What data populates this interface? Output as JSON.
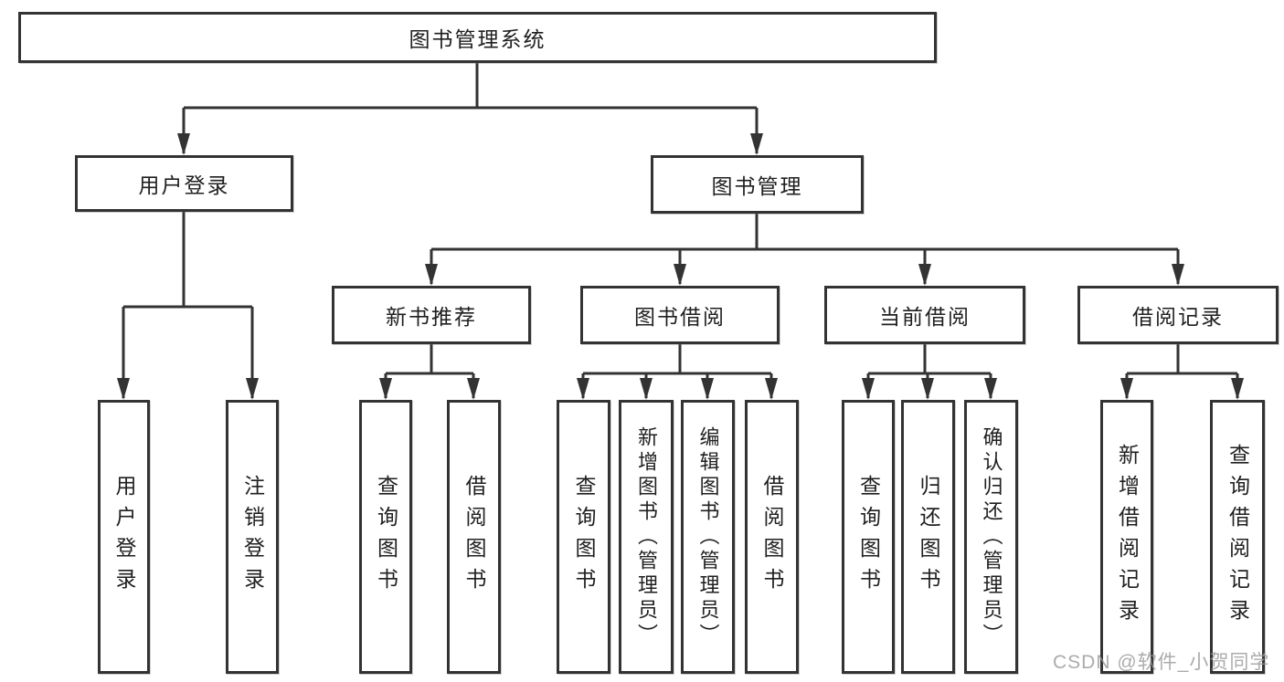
{
  "diagram": {
    "title": "图书管理系统",
    "watermark": "CSDN @软件_小贺同学",
    "colors": {
      "line": "#333333",
      "text": "#1f1f1f",
      "box_bg": "#ffffff",
      "watermark": "#999999"
    },
    "nodes": {
      "root": {
        "label": "图书管理系统"
      },
      "user_login": {
        "label": "用户登录"
      },
      "book_mgmt": {
        "label": "图书管理"
      },
      "new_book_rec": {
        "label": "新书推荐"
      },
      "book_borrow": {
        "label": "图书借阅"
      },
      "current_borrow": {
        "label": "当前借阅"
      },
      "borrow_records": {
        "label": "借阅记录"
      },
      "leaf_user_login": {
        "label": "用户登录"
      },
      "leaf_logout": {
        "label": "注销登录"
      },
      "leaf_query_book_1": {
        "label": "查询图书"
      },
      "leaf_borrow_book_1": {
        "label": "借阅图书"
      },
      "leaf_query_book_2": {
        "label": "查询图书"
      },
      "leaf_add_book": {
        "label": "新增图书（管理员）"
      },
      "leaf_edit_book": {
        "label": "编辑图书（管理员）"
      },
      "leaf_borrow_book_2": {
        "label": "借阅图书"
      },
      "leaf_query_book_3": {
        "label": "查询图书"
      },
      "leaf_return_book": {
        "label": "归还图书"
      },
      "leaf_confirm_return": {
        "label": "确认归还（管理员）"
      },
      "leaf_add_record": {
        "label": "新增借阅记录"
      },
      "leaf_query_record": {
        "label": "查询借阅记录"
      }
    },
    "hierarchy": {
      "图书管理系统": [
        "用户登录",
        "图书管理"
      ],
      "用户登录": [
        "用户登录",
        "注销登录"
      ],
      "图书管理": [
        "新书推荐",
        "图书借阅",
        "当前借阅",
        "借阅记录"
      ],
      "新书推荐": [
        "查询图书",
        "借阅图书"
      ],
      "图书借阅": [
        "查询图书",
        "新增图书（管理员）",
        "编辑图书（管理员）",
        "借阅图书"
      ],
      "当前借阅": [
        "查询图书",
        "归还图书",
        "确认归还（管理员）"
      ],
      "借阅记录": [
        "新增借阅记录",
        "查询借阅记录"
      ]
    }
  }
}
